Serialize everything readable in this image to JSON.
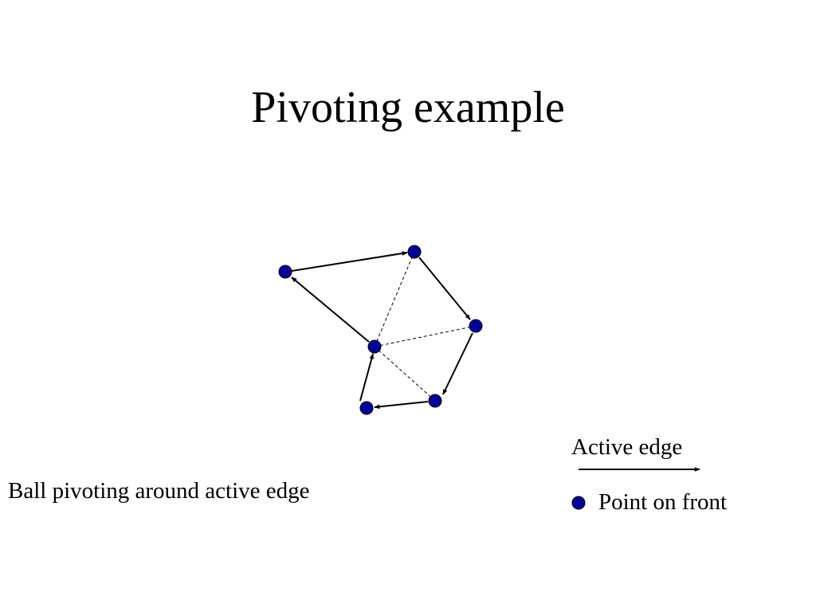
{
  "slide": {
    "title": "Pivoting example",
    "caption": "Ball pivoting around active edge"
  },
  "legend": {
    "active_edge_label": "Active edge",
    "point_label": "Point on front"
  },
  "colors": {
    "point_fill": "#00009a",
    "line": "#000000",
    "background": "#ffffff"
  }
}
